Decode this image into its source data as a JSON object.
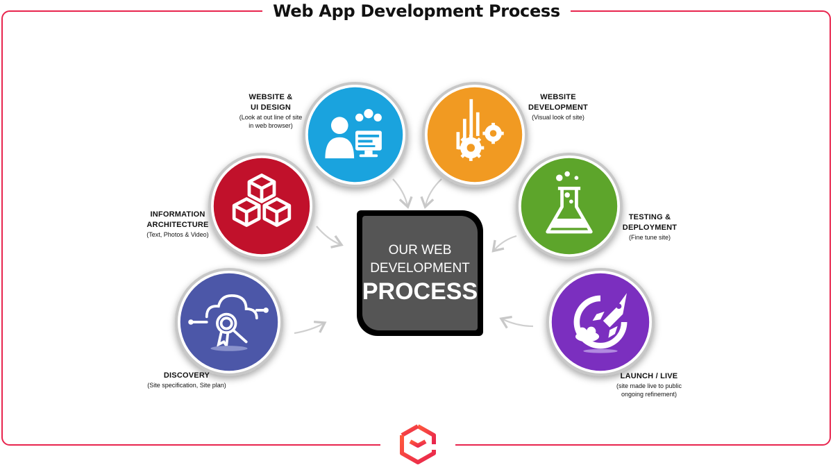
{
  "header": {
    "title": "Web App Development Process"
  },
  "center": {
    "line1": "OUR WEB",
    "line2": "DEVELOPMENT",
    "line3": "PROCESS"
  },
  "steps": [
    {
      "heading": "WEBSITE &\nUI DESIGN",
      "sub": "(Look at out line of site\nin web browser)",
      "color": "#1aa3de",
      "icon": "user-desktop-icon"
    },
    {
      "heading": "WEBSITE\nDEVELOPMENT",
      "sub": "(Visual  look of site)",
      "color": "#f19a22",
      "icon": "gears-icon"
    },
    {
      "heading": "INFORMATION\nARCHITECTURE",
      "sub": "(Text, Photos & Video)",
      "color": "#c1112b",
      "icon": "cubes-icon"
    },
    {
      "heading": "TESTING &\nDEPLOYMENT",
      "sub": "(Fine tune site)",
      "color": "#5da52b",
      "icon": "flask-icon"
    },
    {
      "heading": "DISCOVERY",
      "sub": "(Site specification, Site plan)",
      "color": "#4c57a8",
      "icon": "cloud-search-icon"
    },
    {
      "heading": "LAUNCH / LIVE",
      "sub": "(site made live to public\nongoing refinement)",
      "color": "#7b2fbf",
      "icon": "rocket-icon"
    }
  ],
  "colors": {
    "accent": "#e8244d",
    "center_fill": "#555555"
  }
}
